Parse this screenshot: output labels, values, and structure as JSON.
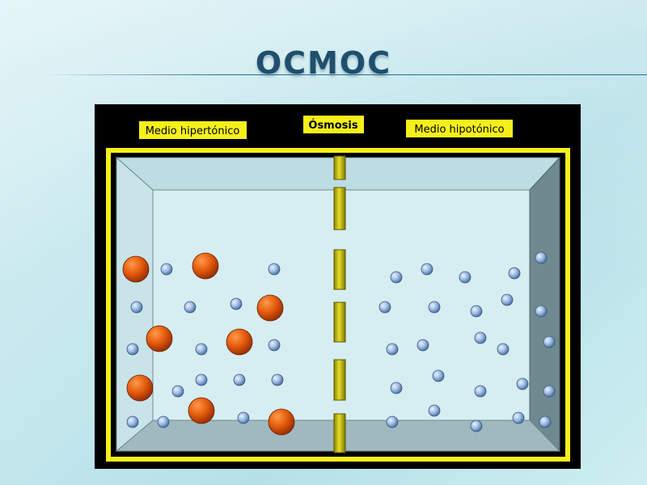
{
  "slide": {
    "title": "ОСМОС"
  },
  "diagram": {
    "labels": {
      "left": "Medio hipertónico",
      "center": "Ósmosis",
      "right": "Medio hipotónico"
    },
    "colors": {
      "frame": "#f5f01a",
      "water": "#cfe9ee",
      "solute": "#e0530d",
      "water_molecule": "#7fa6d6",
      "membrane": "#c8c000",
      "panel": "#000000"
    }
  }
}
